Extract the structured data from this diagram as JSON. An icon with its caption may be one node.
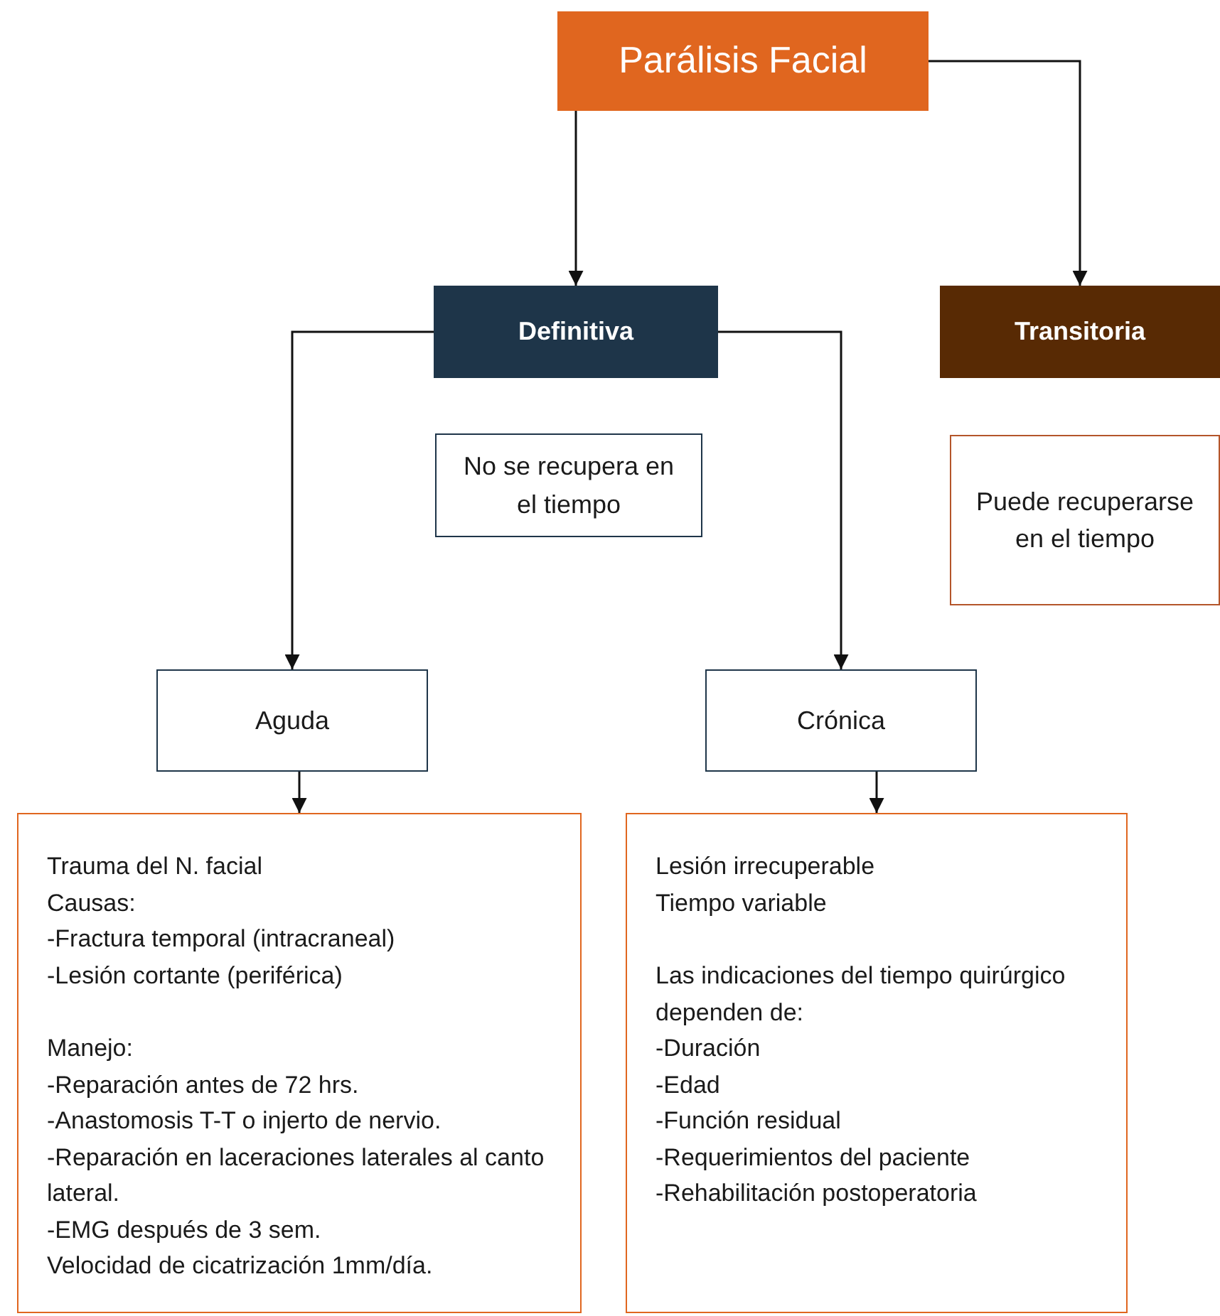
{
  "diagram": {
    "nodes": [
      {
        "text": [
          "Parálisis Facial"
        ]
      },
      {
        "text": [
          "Definitiva"
        ]
      },
      {
        "text": [
          "Transitoria"
        ]
      },
      {
        "text": [
          "No se recupera en el tiempo"
        ]
      },
      {
        "text": [
          "Puede recuperarse en el tiempo"
        ]
      },
      {
        "text": [
          "Aguda"
        ]
      },
      {
        "text": [
          "Crónica"
        ]
      },
      {
        "text": [
          "Trauma del N. facial",
          "Causas:",
          "-Fractura temporal (intracraneal)",
          "-Lesión cortante (periférica)",
          "Manejo:",
          "-Reparación antes de 72 hrs.",
          "-Anastomosis T-T o injerto de nervio.",
          "-Reparación en laceraciones laterales al canto lateral.",
          "-EMG después de 3 sem.",
          "Velocidad de cicatrización 1mm/día."
        ]
      },
      {
        "text": [
          "Lesión irrecuperable",
          "Tiempo variable",
          "Las indicaciones del tiempo quirúrgico dependen de:",
          "-Duración",
          "-Edad",
          "-Función residual",
          "-Requerimientos del paciente",
          "-Rehabilitación postoperatoria"
        ]
      }
    ],
    "edges": [
      {
        "from": 0,
        "to": 1,
        "arrow": "to"
      },
      {
        "from": 0,
        "to": 2,
        "arrow": "to"
      },
      {
        "from": 1,
        "to": 5,
        "arrow": "to"
      },
      {
        "from": 1,
        "to": 6,
        "arrow": "to"
      },
      {
        "from": 5,
        "to": 7,
        "arrow": "to"
      },
      {
        "from": 6,
        "to": 8,
        "arrow": "to"
      }
    ]
  }
}
